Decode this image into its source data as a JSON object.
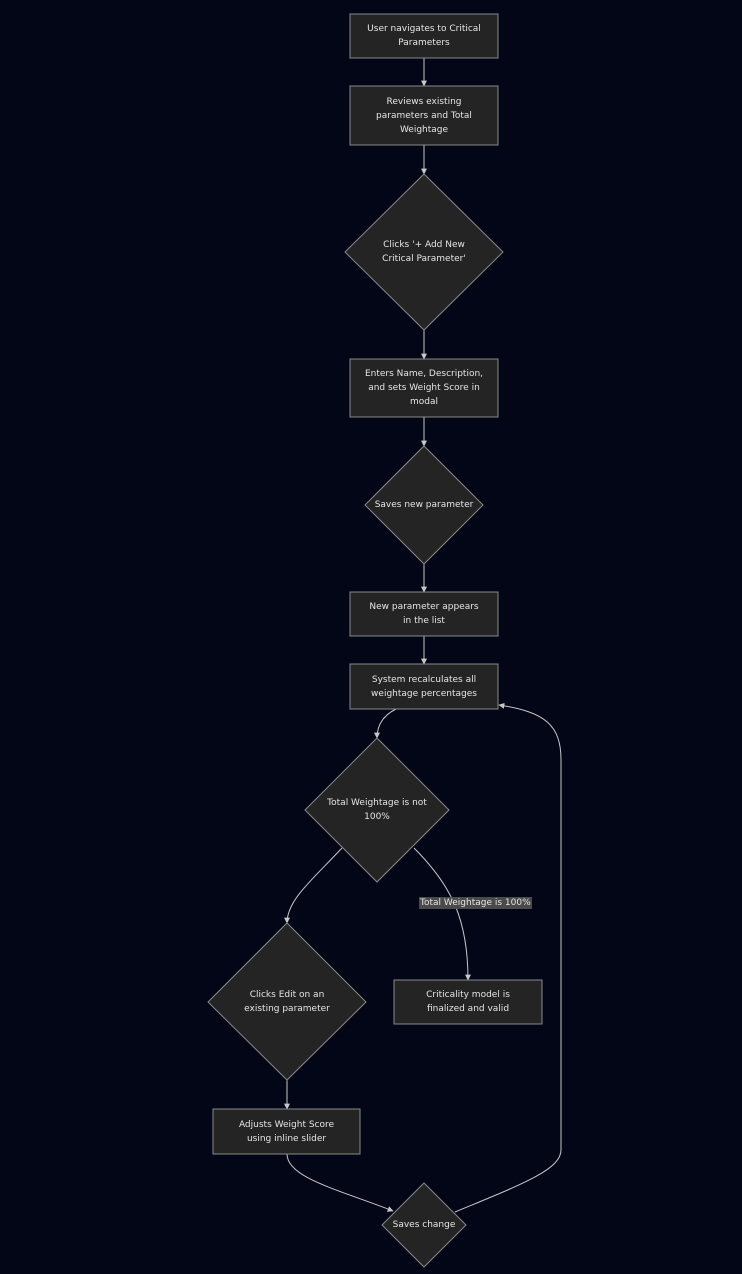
{
  "diagram": {
    "colors": {
      "background": "#020617",
      "node_fill": "#242424",
      "node_stroke": "#8a8a8a",
      "edge": "#c8c8c8",
      "text": "#e5e5e5",
      "label_bg": "#4a4a4a"
    },
    "nodes": {
      "navigate": "User navigates to Critical Parameters",
      "review": "Reviews existing parameters and Total Weightage",
      "click_add": "Clicks '+ Add New Critical Parameter'",
      "enter_details": "Enters Name, Description, and sets Weight Score in modal",
      "save_new": "Saves new parameter",
      "appears": "New parameter appears in the list",
      "recalc": "System recalculates all weightage percentages",
      "check": "Total Weightage is not 100%",
      "click_edit": "Clicks Edit on an existing parameter",
      "finalized": "Criticality model is finalized and valid",
      "adjust": "Adjusts Weight Score using inline slider",
      "save_change": "Saves change"
    },
    "edge_labels": {
      "is_100": "Total Weightage is 100%"
    }
  }
}
